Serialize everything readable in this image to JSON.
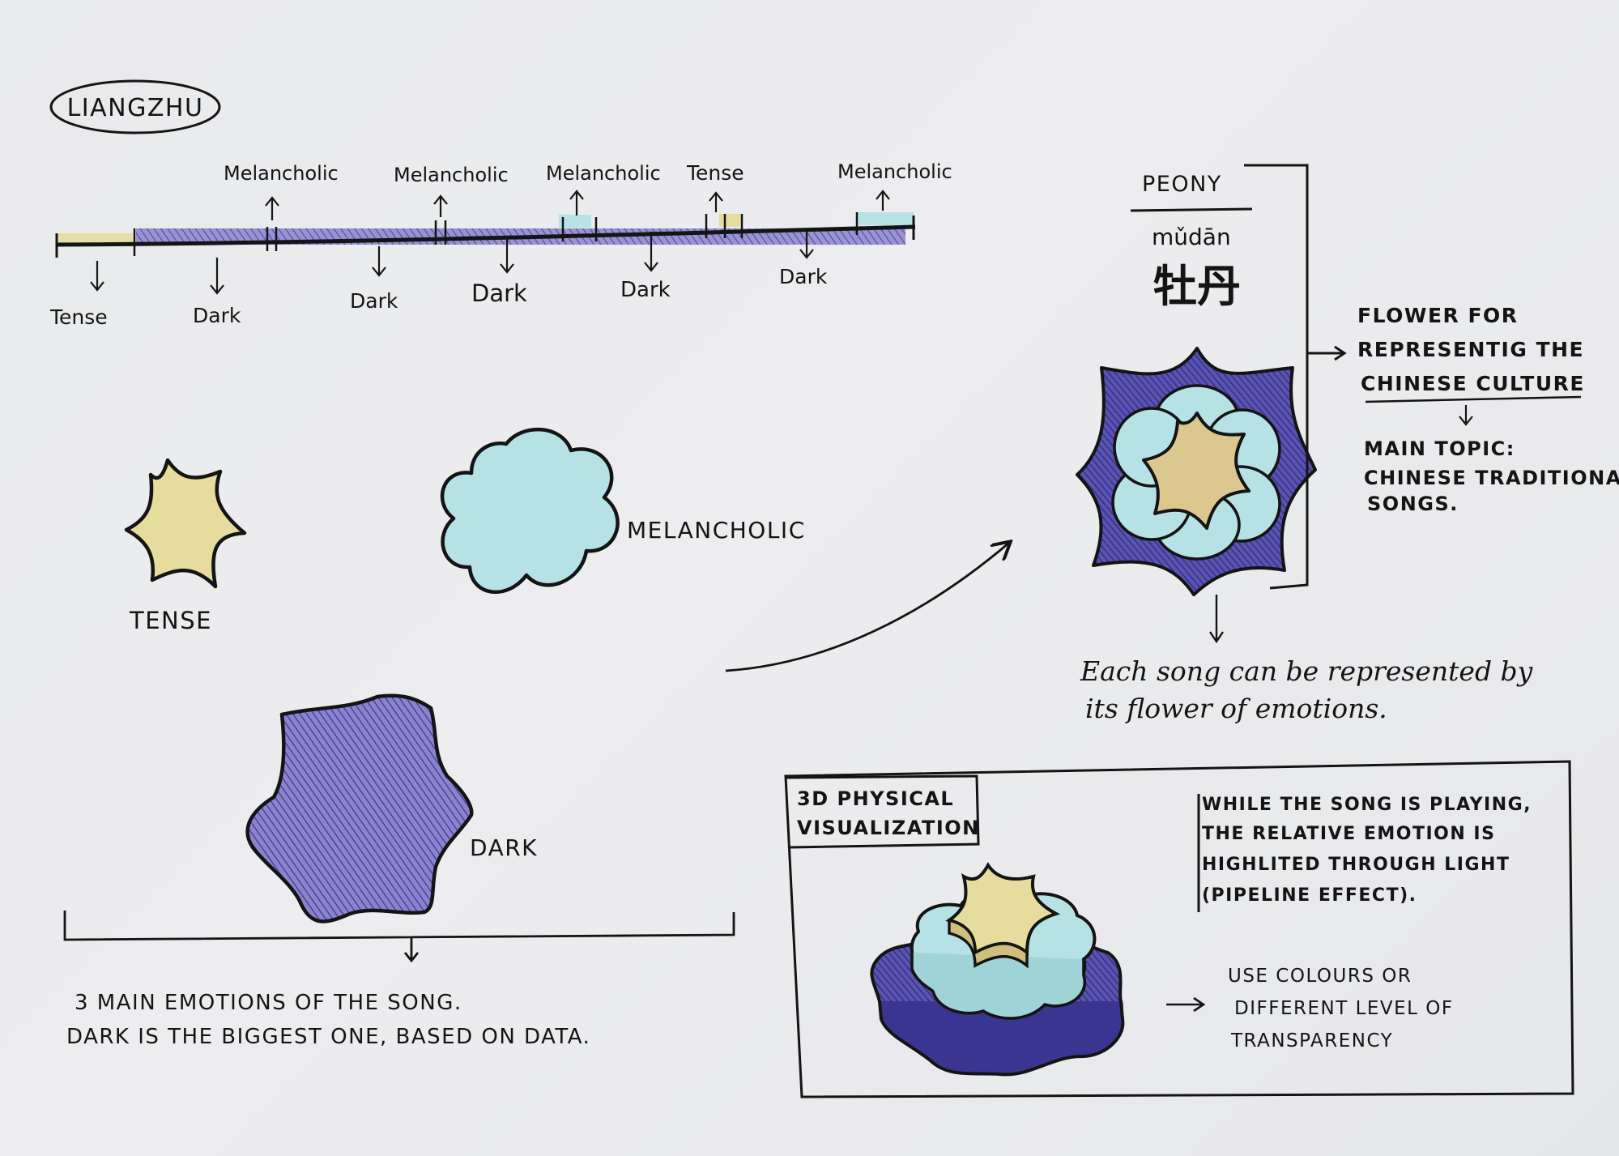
{
  "title": "LIANGZHU",
  "timeline": {
    "above": [
      "Melancholic",
      "Melancholic",
      "Melancholic",
      "Tense",
      "Melancholic"
    ],
    "below": [
      "Tense",
      "Dark",
      "Dark",
      "Dark",
      "Dark",
      "Dark"
    ]
  },
  "emotions": {
    "tense": "TENSE",
    "melancholic": "MELANCHOLIC",
    "dark": "DARK"
  },
  "summary": {
    "line1": "3 MAIN EMOTIONS OF THE SONG.",
    "line2": "DARK IS THE BIGGEST ONE, BASED ON DATA."
  },
  "peony": {
    "name": "PEONY",
    "pinyin": "mǔdān",
    "hanzi": "牡丹"
  },
  "flower_note": {
    "line1": "FLOWER FOR",
    "line2": "REPRESENTIG THE",
    "line3": "CHINESE CULTURE"
  },
  "main_topic": {
    "line1": "MAIN TOPIC:",
    "line2": "CHINESE TRADITIONAL",
    "line3": "SONGS."
  },
  "song_note": {
    "line1": "Each song can be represented by",
    "line2": "its flower of emotions."
  },
  "physical": {
    "label1": "3D PHYSICAL",
    "label2": "VISUALIZATION",
    "playing1": "WHILE THE SONG IS PLAYING,",
    "playing2": "THE RELATIVE EMOTION IS",
    "playing3": "HIGHLITED THROUGH LIGHT",
    "playing4": "(PIPELINE EFFECT).",
    "colours1": "USE COLOURS OR",
    "colours2": "DIFFERENT LEVEL OF",
    "colours3": "TRANSPARENCY"
  },
  "colors": {
    "tense": "#e6dc9e",
    "melancholic": "#b6e2e6",
    "dark": "#7a71bf",
    "dark_deep": "#3f3a96",
    "ink": "#141414"
  }
}
